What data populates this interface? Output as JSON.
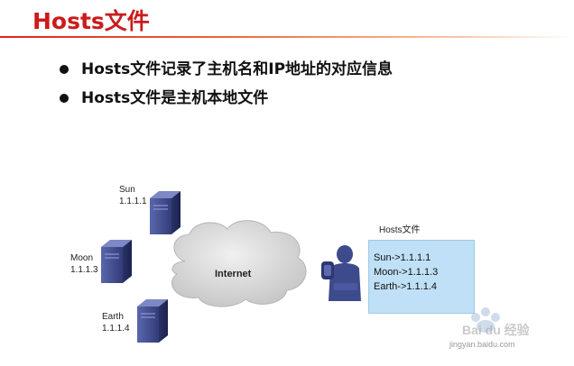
{
  "title": "Hosts文件",
  "bullets": [
    "Hosts文件记录了主机名和IP地址的对应信息",
    "Hosts文件是主机本地文件"
  ],
  "hosts": [
    {
      "name": "Sun",
      "ip": "1.1.1.1"
    },
    {
      "name": "Moon",
      "ip": "1.1.1.3"
    },
    {
      "name": "Earth",
      "ip": "1.1.1.4"
    }
  ],
  "cloud_label": "Internet",
  "hosts_file": {
    "label": "Hosts文件",
    "entries": [
      "Sun->1.1.1.1",
      "Moon->1.1.1.3",
      "Earth->1.1.1.4"
    ]
  },
  "watermark": {
    "brand": "Bai du 经验",
    "url": "jingyan.baidu.com"
  },
  "colors": {
    "title": "#cc1b1b",
    "server": "#3d4a8c",
    "note": "#bfe0f6",
    "cloud": "#d6d6d6"
  }
}
